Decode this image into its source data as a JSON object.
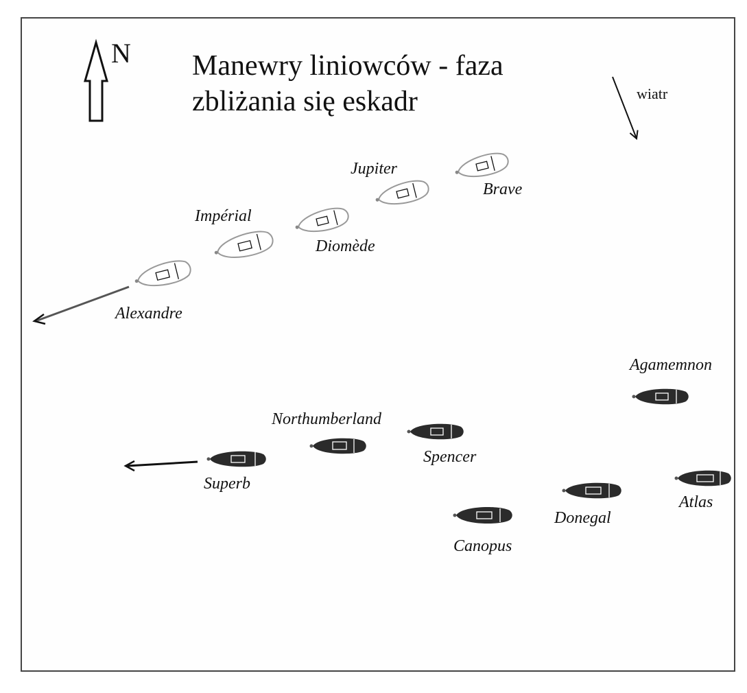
{
  "title": {
    "line1": "Manewry liniowców - faza",
    "line2": "zbliżania się eskadr"
  },
  "compass": {
    "label": "N",
    "icon": "north-arrow-icon"
  },
  "wind": {
    "label": "wiatr",
    "icon": "wind-arrow-icon"
  },
  "squadrons": {
    "french": {
      "color": "#ffffff",
      "ships": [
        {
          "id": "alexandre",
          "name": "Alexandre"
        },
        {
          "id": "imperial",
          "name": "Impérial"
        },
        {
          "id": "diomede",
          "name": "Diomède"
        },
        {
          "id": "jupiter",
          "name": "Jupiter"
        },
        {
          "id": "brave",
          "name": "Brave"
        }
      ]
    },
    "british": {
      "color": "#2b2b2b",
      "ships": [
        {
          "id": "superb",
          "name": "Superb"
        },
        {
          "id": "northumberland",
          "name": "Northumberland"
        },
        {
          "id": "spencer",
          "name": "Spencer"
        },
        {
          "id": "agamemnon",
          "name": "Agamemnon"
        },
        {
          "id": "canopus",
          "name": "Canopus"
        },
        {
          "id": "donegal",
          "name": "Donegal"
        },
        {
          "id": "atlas",
          "name": "Atlas"
        }
      ]
    }
  }
}
